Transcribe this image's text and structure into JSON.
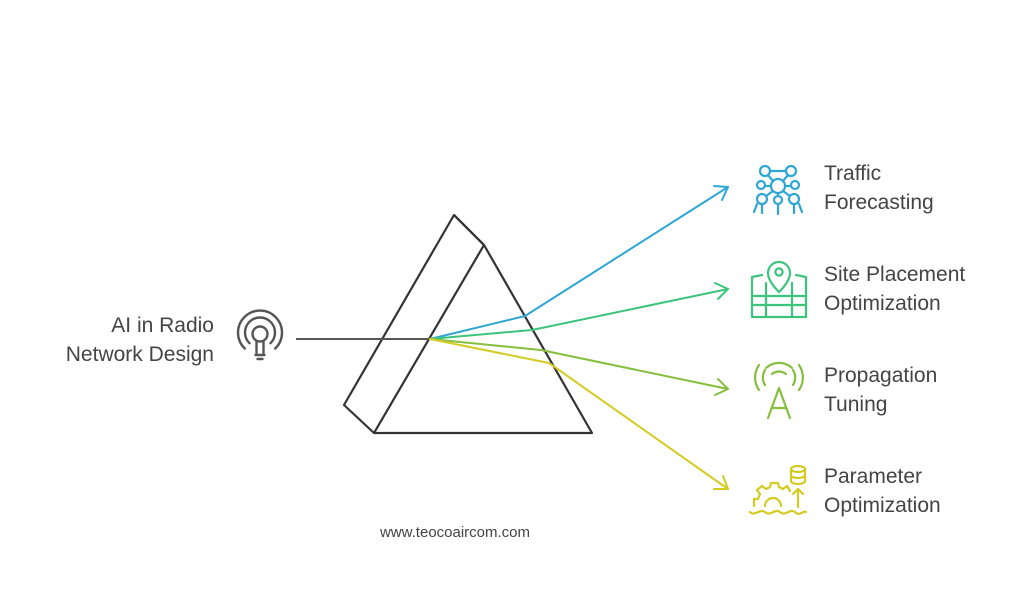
{
  "source": {
    "lines": [
      "AI in Radio",
      "Network Design"
    ],
    "icon": "lightbulb-signal-icon",
    "color": "#555555"
  },
  "outputs": [
    {
      "lines": [
        "Traffic",
        "Forecasting"
      ],
      "icon": "network-nodes-icon",
      "color": "#2ea6d6"
    },
    {
      "lines": [
        "Site Placement",
        "Optimization"
      ],
      "icon": "map-pin-icon",
      "color": "#3cc47c"
    },
    {
      "lines": [
        "Propagation",
        "Tuning"
      ],
      "icon": "antenna-tower-icon",
      "color": "#86bf3e"
    },
    {
      "lines": [
        "Parameter",
        "Optimization"
      ],
      "icon": "gear-database-icon",
      "color": "#d4cb22"
    }
  ],
  "footer": "www.teocoaircom.com",
  "colors": {
    "prism": "#333333",
    "text": "#444444"
  }
}
